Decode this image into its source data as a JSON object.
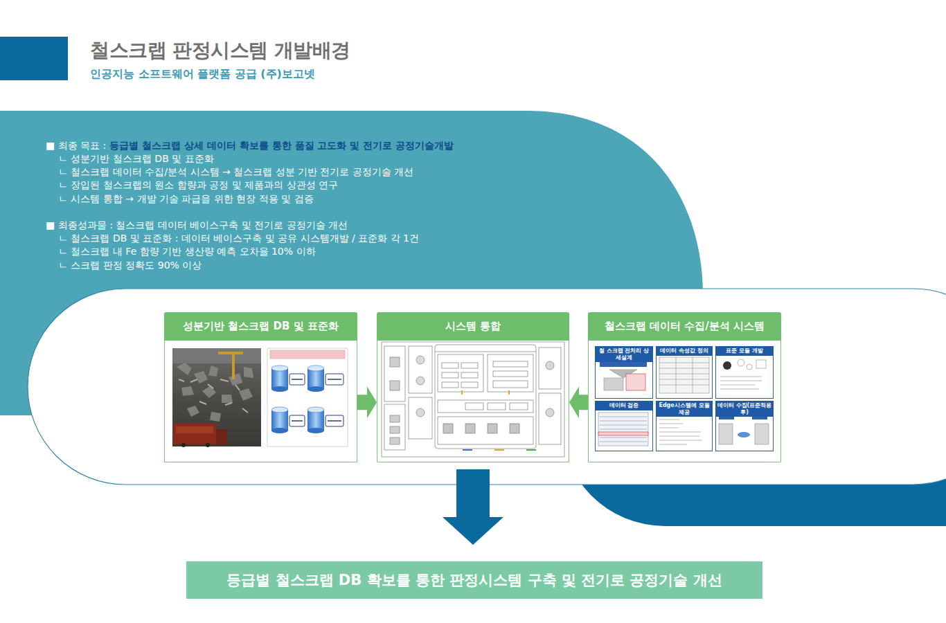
{
  "diagram": {
    "title": "철스크랩 판정시스템 개발배경",
    "nodes": [
      {
        "text": [
          "■ 최종 목표 :",
          "등급별 철스크랩 상세 데이터 확보를 통한 품질 고도화 및 전기로 공정기술개발",
          "ㄴ 성분기반 철스크랩 DB 및 표준화",
          "ㄴ 철스크랩 데이터 수집/분석 시스템 → 철스크랩 성분 기반 전기로 공정기술 개선",
          "ㄴ 장입된 철스크랩의 원소 함량과 공정 및 제품과의 상관성 연구",
          "ㄴ 시스템 통합 → 개발 기술 파급을 위한 현장 적용 및 검증",
          "■ 최종성과물 : 철스크랩 데이터 베이스구축 및 전기로 공정기술 개선",
          "ㄴ 철스크랩 DB 및 표준화 : 데이터 베이스구축 및 공유 시스템개발 / 표준화 각 1건",
          "ㄴ 철스크랩 내 Fe 함량 기반 생산량 예측 오차율 10% 이하",
          "ㄴ 스크랩 판정 정확도 90% 이상"
        ]
      },
      {
        "text": [
          "성분기반 철스크랩 DB 및 표준화"
        ]
      },
      {
        "text": [
          "시스템 통합"
        ]
      },
      {
        "text": [
          "철스크랩 데이터 수집/분석 시스템"
        ]
      },
      {
        "text": [
          "철 스크랩 전처리 상세설계"
        ],
        "in": 3
      },
      {
        "text": [
          "데이터 속성값 정의"
        ],
        "in": 3
      },
      {
        "text": [
          "표준 모듈 개발"
        ],
        "in": 3
      },
      {
        "text": [
          "데이터 검증"
        ],
        "in": 3
      },
      {
        "text": [
          "Edge시스템에 모듈제공"
        ],
        "in": 3
      },
      {
        "text": [
          "데이터 수집(표준적용 후)"
        ],
        "in": 3
      },
      {
        "text": [
          "등급별 철스크랩 DB 확보를 통한 판정시스템 구축 및 전기로 공정기술 개선"
        ]
      }
    ],
    "edges": [
      {
        "from": 1,
        "to": 2,
        "arrow": "to"
      },
      {
        "from": 3,
        "to": 2,
        "arrow": "to"
      },
      {
        "from": 2,
        "to": 10,
        "arrow": "to"
      }
    ],
    "labels": [
      "인공지능 소프트웨어 플랫폼 공급 (주)보고넷"
    ]
  }
}
